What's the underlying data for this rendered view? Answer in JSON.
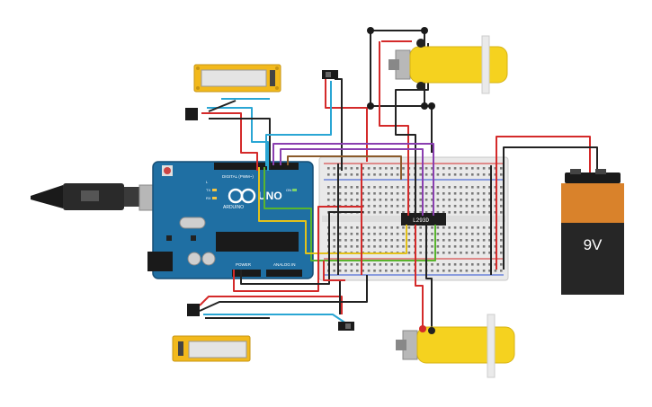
{
  "arduino": {
    "brand": "ARDUINO",
    "model": "UNO",
    "digital_label": "DIGITAL (PWM~)",
    "analog_label": "ANALOG IN",
    "power_label": "POWER",
    "tx": "TX",
    "rx": "RX",
    "l_led": "L",
    "on_led": "ON"
  },
  "motor_driver": {
    "label": "L293D"
  },
  "battery": {
    "label": "9V"
  },
  "colors": {
    "arduino_board": "#1f6fa3",
    "breadboard": "#e9e9e9",
    "motor_body": "#f5d21f",
    "battery_top": "#d9822b",
    "battery_body": "#262626",
    "lcd_frame": "#f2b91c",
    "wire_red": "#d42a2a",
    "wire_black": "#222222",
    "wire_blue": "#2aa6d4",
    "wire_purple": "#8a3fb0",
    "wire_green": "#59b52e",
    "wire_yellow": "#e3c21a",
    "wire_brown": "#8b5a2b"
  }
}
